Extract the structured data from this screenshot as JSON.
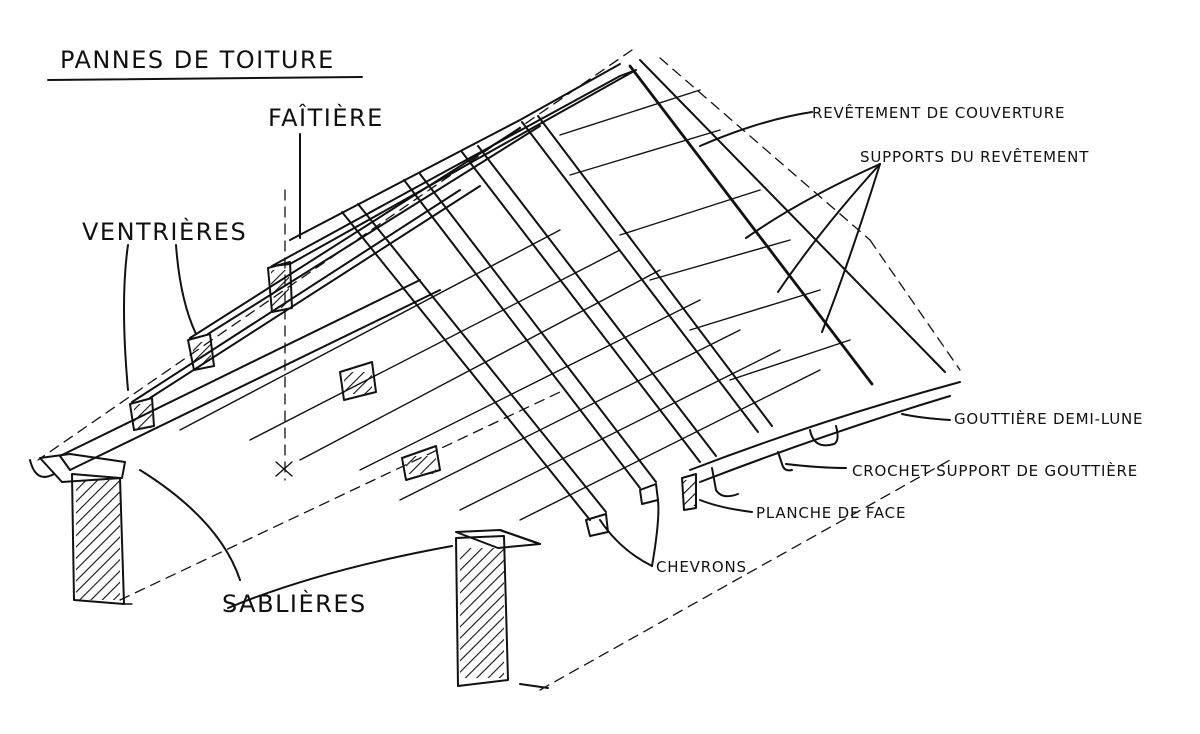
{
  "title": "PANNES DE TOITURE",
  "labels": {
    "faitiere": "FAÎTIÈRE",
    "ventrieres": "VENTRIÈRES",
    "sablieres": "SABLIÈRES",
    "revetement_couverture": "REVÊTEMENT DE COUVERTURE",
    "supports_revetement": "SUPPORTS DU REVÊTEMENT",
    "gouttiere": "GOUTTIÈRE DEMI-LUNE",
    "crochet": "CROCHET SUPPORT DE GOUTTIÈRE",
    "planche": "PLANCHE DE FACE",
    "chevrons": "CHEVRONS"
  },
  "colors": {
    "ink": "#111111",
    "paper": "#ffffff"
  }
}
